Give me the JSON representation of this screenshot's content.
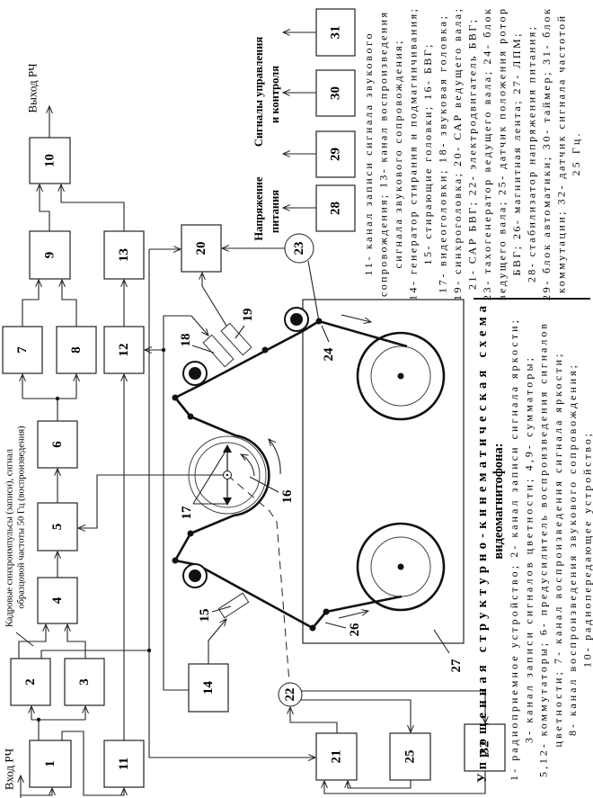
{
  "labels": {
    "input_rf": "Вход РЧ",
    "output_rf": "Выход РЧ",
    "frame_sync_line1": "Кадровые синхроимпульсы (записи), сигнал",
    "frame_sync_line2": "образцовой частоты 50 Гц (воспроизведения)",
    "supply_line1": "Напряжение",
    "supply_line2": "питания",
    "control_line1": "Сигналы управления",
    "control_line2": "и контроля"
  },
  "blocks": {
    "b1": "1",
    "b2": "2",
    "b3": "3",
    "b4": "4",
    "b5": "5",
    "b6": "6",
    "b7": "7",
    "b8": "8",
    "b9": "9",
    "b10": "10",
    "b11": "11",
    "b12": "12",
    "b13": "13",
    "b14": "14",
    "b20": "20",
    "b21": "21",
    "b25": "25",
    "b28": "28",
    "b29": "29",
    "b30": "30",
    "b31": "31",
    "b32": "32"
  },
  "motors": {
    "m22": "22",
    "m23": "23"
  },
  "components": {
    "c15": "15",
    "c16": "16",
    "c17": "17",
    "c18": "18",
    "c19": "19",
    "c24": "24",
    "c26": "26",
    "c27": "27"
  },
  "title": {
    "line1": "Упрощенная структурно-кинематическая схема",
    "line2": "видеомагнитофона:"
  },
  "legend_left": [
    "1- радиоприемное устройство; 2- канал записи сигнала яркости;",
    "3- канал записи сигналов цветности; 4,9- сумматоры;",
    "5,12- коммутаторы; 6- предусилитель воспроизведения сигналов",
    "цветности; 7- канал воспроизведения сигнала яркости;",
    "8- канал воспроизведения звукового сопровождения;",
    "10- радиопередающее устройство;"
  ],
  "legend_right": [
    "11- канал записи сигнала звукового",
    "сопровождения; 13- канал воспроизведения",
    "сигнала звукового сопровождения;",
    "14- генератор стирания и подмагничивания;",
    "15- стирающие головки; 16- БВГ;",
    "17- видеоголовки; 18- звуковая головка;",
    "19- синхроголовка; 20- САР ведущего вала;",
    "21- САР БВГ; 22- электродвигатель БВГ;",
    "23- тахогенератор ведущего вала; 24- блок",
    "ведущего вала; 25- датчик положения ротор",
    "БВГ; 26- магнитная лента; 27- ЛПМ;",
    "28- стабилизатор напряжения питания;",
    "29- блок автоматики; 30- таймер; 31- блок",
    "коммутации; 32- датчик сигнала частотой",
    "25 Гц."
  ]
}
